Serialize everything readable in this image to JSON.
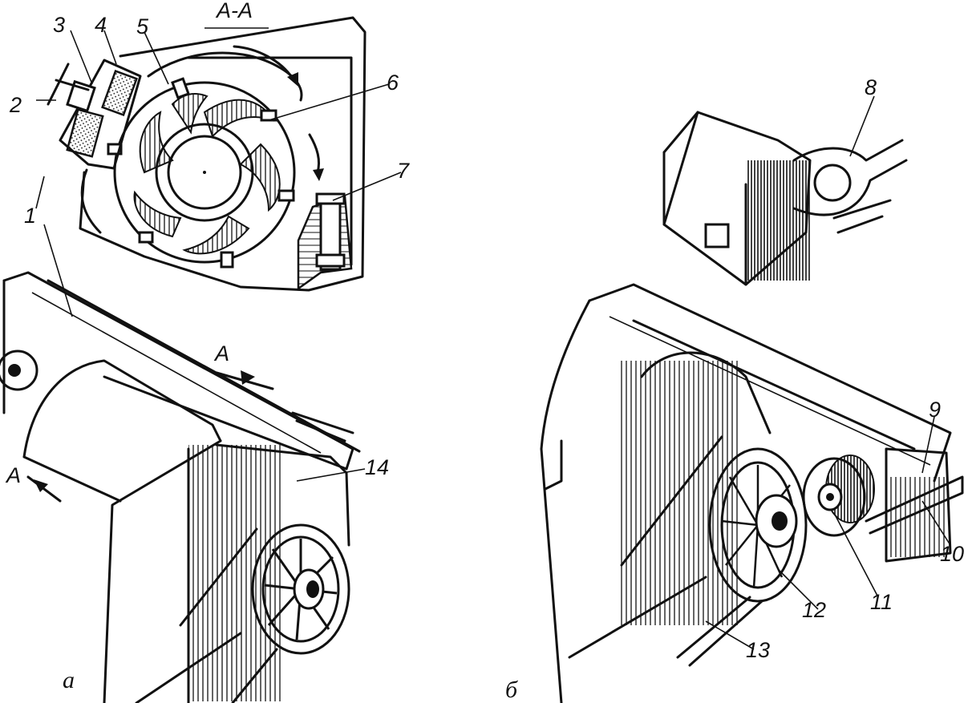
{
  "section_title": "A-A",
  "labels": {
    "l1": "1",
    "l2": "2",
    "l3": "3",
    "l4": "4",
    "l5": "5",
    "l6": "6",
    "l7": "7",
    "l8": "8",
    "l9": "9",
    "l10": "10",
    "l11": "11",
    "l12": "12",
    "l13": "13",
    "l14": "14"
  },
  "section_marks": {
    "upper": "A",
    "lower": "A"
  },
  "subfigures": {
    "a": "а",
    "b": "б"
  }
}
